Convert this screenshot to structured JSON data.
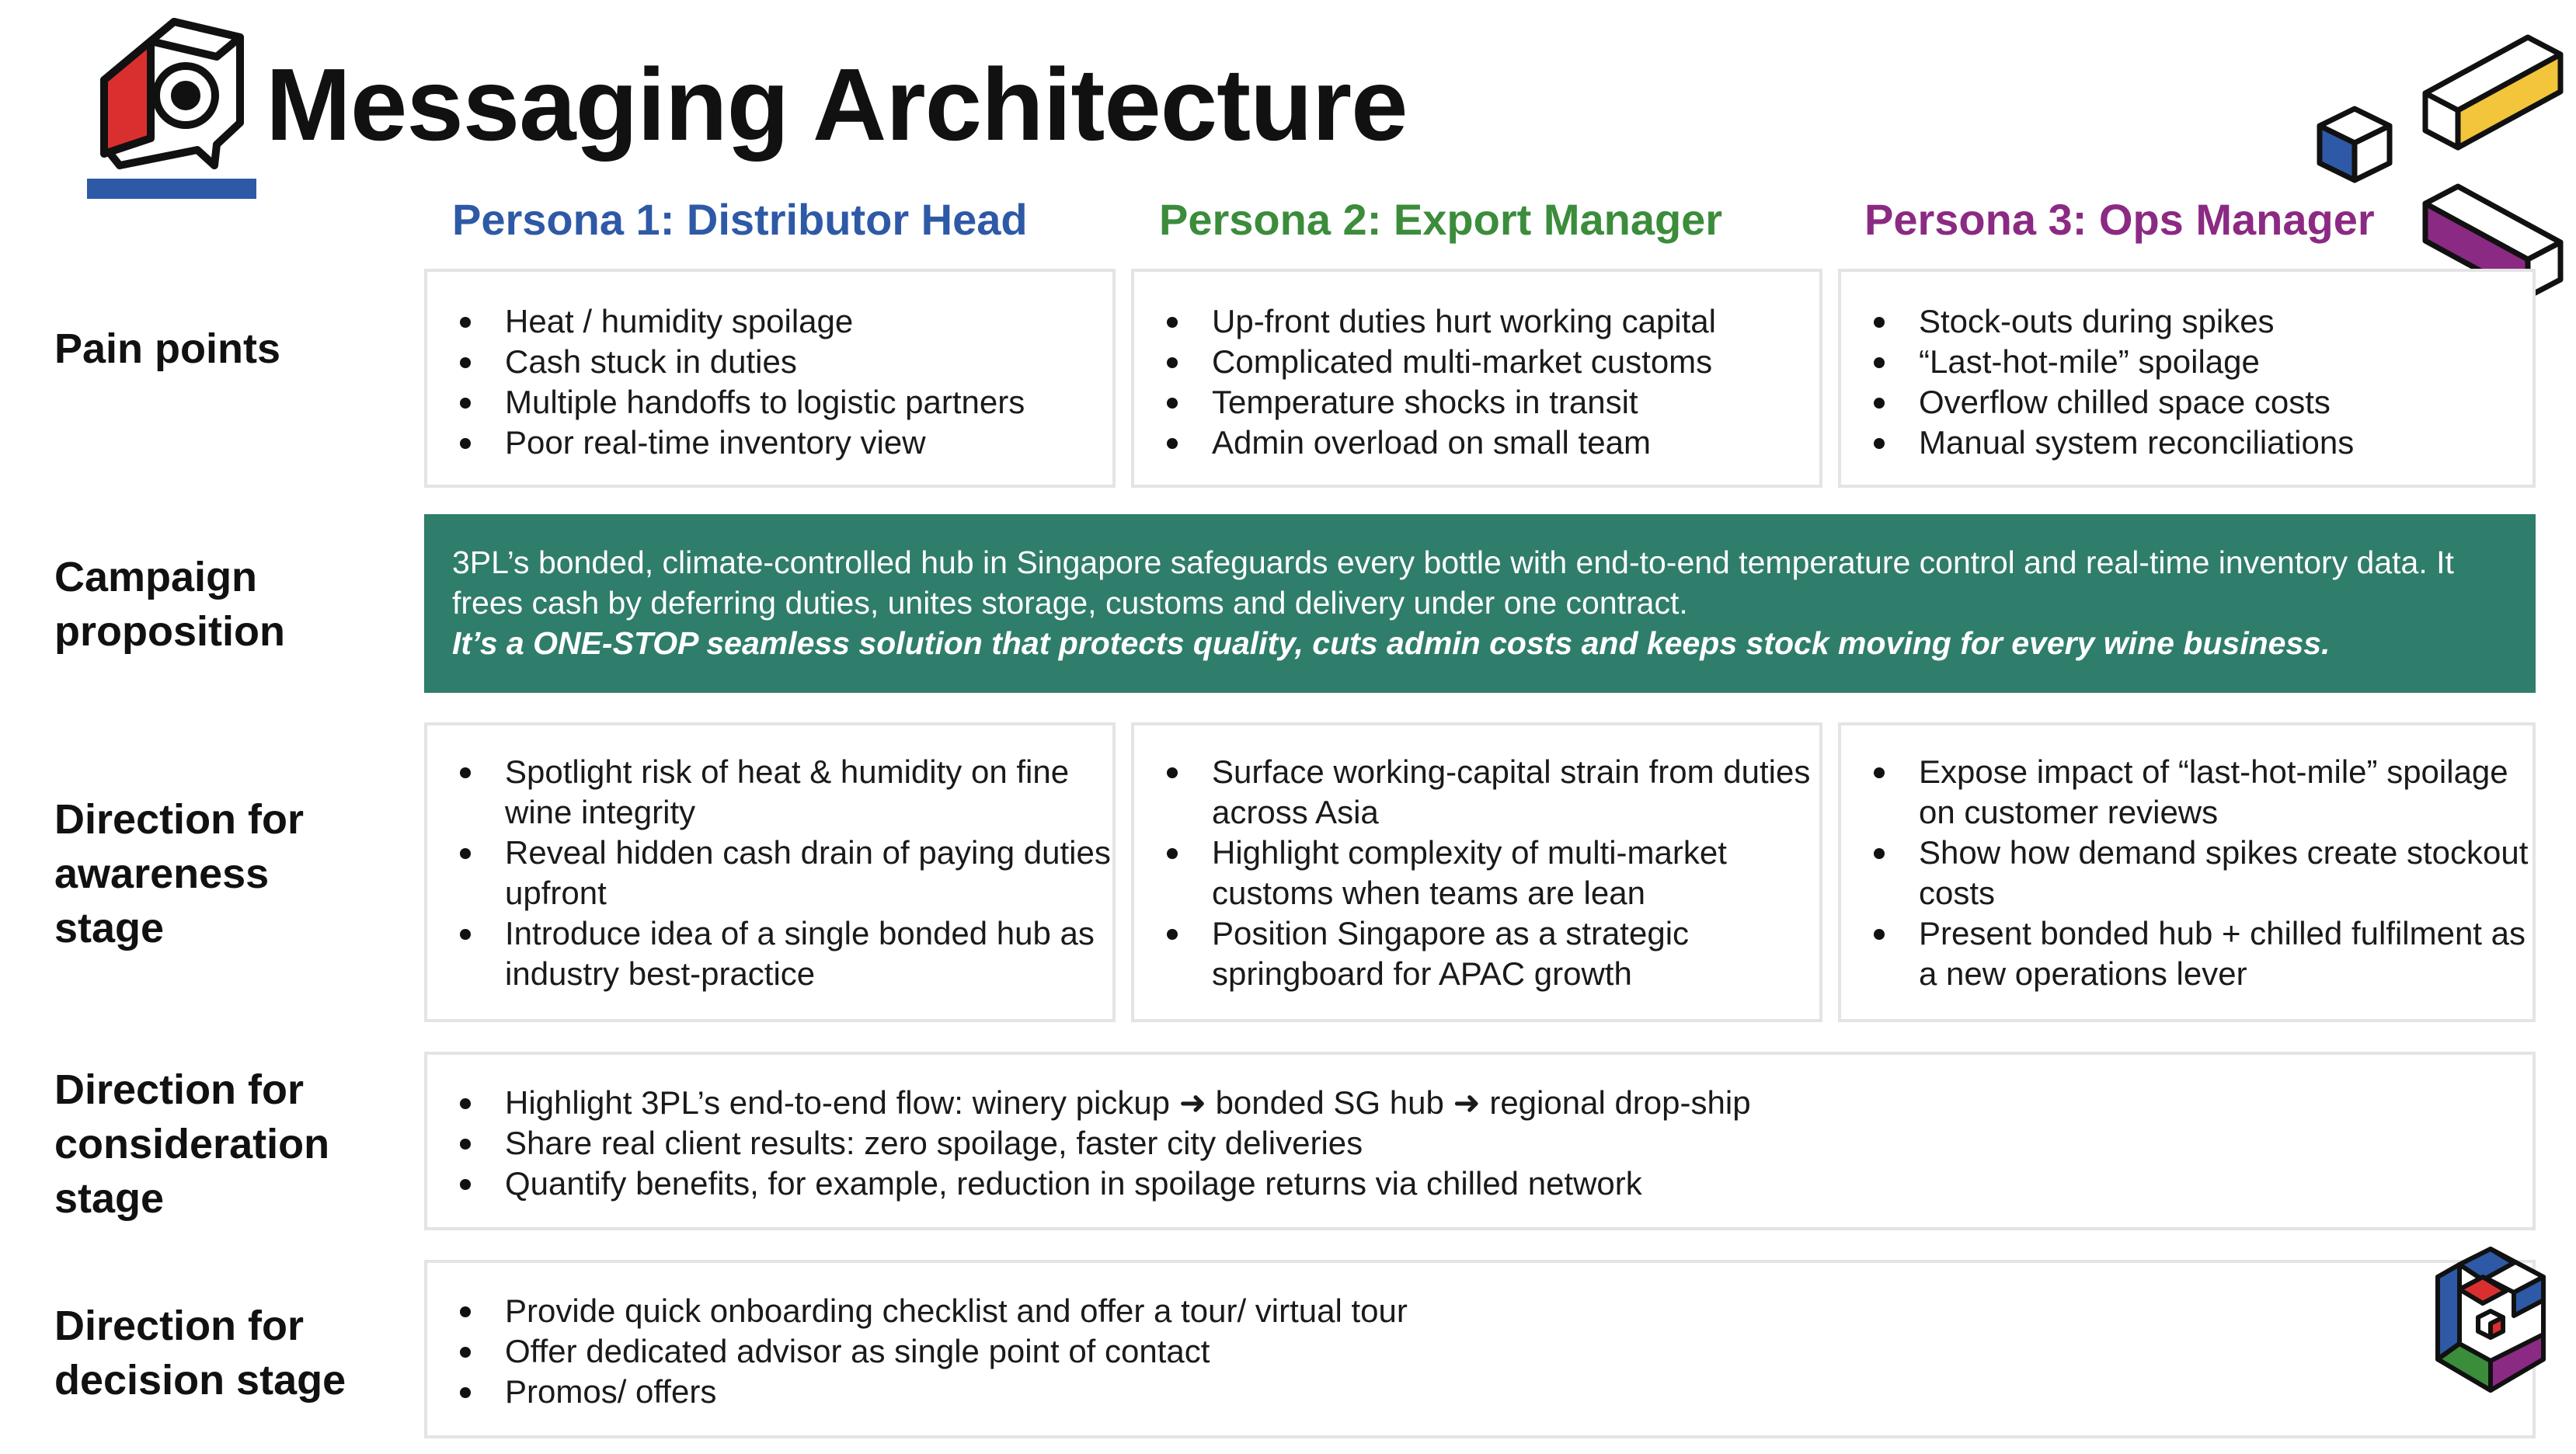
{
  "title": "Messaging Architecture",
  "personas": [
    {
      "label": "Persona 1: Distributor Head",
      "color": "#2e59a6"
    },
    {
      "label": "Persona 2: Export Manager",
      "color": "#3b8c3b"
    },
    {
      "label": "Persona 3: Ops Manager",
      "color": "#8b2a83"
    }
  ],
  "row_labels": {
    "pain": "Pain points",
    "campaign": "Campaign proposition",
    "awareness": "Direction for awareness stage",
    "consideration": "Direction for consideration stage",
    "decision": "Direction for decision stage"
  },
  "pain_points": [
    [
      "Heat / humidity spoilage",
      "Cash stuck in duties",
      "Multiple handoffs to logistic partners",
      "Poor real-time inventory view"
    ],
    [
      "Up-front duties hurt working capital",
      "Complicated multi-market customs",
      "Temperature shocks in transit",
      "Admin overload on small team"
    ],
    [
      "Stock-outs during spikes",
      "“Last-hot-mile” spoilage",
      "Overflow chilled space costs",
      "Manual system reconciliations"
    ]
  ],
  "campaign": {
    "body": "3PL’s bonded, climate-controlled hub in Singapore safeguards every bottle with end-to-end temperature control and real-time inventory data. It frees cash by deferring duties, unites storage, customs and delivery under one contract.",
    "emphasis": "It’s a ONE-STOP seamless solution that protects quality, cuts admin costs and keeps stock moving for every wine business."
  },
  "awareness": [
    [
      "Spotlight risk of heat & humidity on fine wine integrity",
      "Reveal hidden cash drain of paying duties upfront",
      "Introduce idea of a single bonded hub as industry best-practice"
    ],
    [
      "Surface working-capital strain from duties across Asia",
      "Highlight complexity of multi-market customs when teams are lean",
      "Position Singapore as a strategic springboard for APAC growth"
    ],
    [
      "Expose impact of “last-hot-mile” spoilage on customer reviews",
      "Show how demand spikes create stockout costs",
      "Present bonded hub + chilled fulfilment as a new operations lever"
    ]
  ],
  "consideration": [
    "Highlight 3PL’s end-to-end flow: winery pickup ➜ bonded SG hub ➜ regional drop-ship",
    "Share real client results: zero spoilage, faster city deliveries",
    "Quantify benefits, for example, reduction in spoilage returns via chilled network"
  ],
  "decision": [
    "Provide quick onboarding checklist and offer a tour/ virtual tour",
    "Offer dedicated advisor as single point of contact",
    "Promos/ offers"
  ],
  "icons": [
    "chat-bubble-eye-icon",
    "blue-cube-icon",
    "yellow-bar-icon",
    "purple-bar-icon",
    "brand-cube-logo-icon"
  ]
}
